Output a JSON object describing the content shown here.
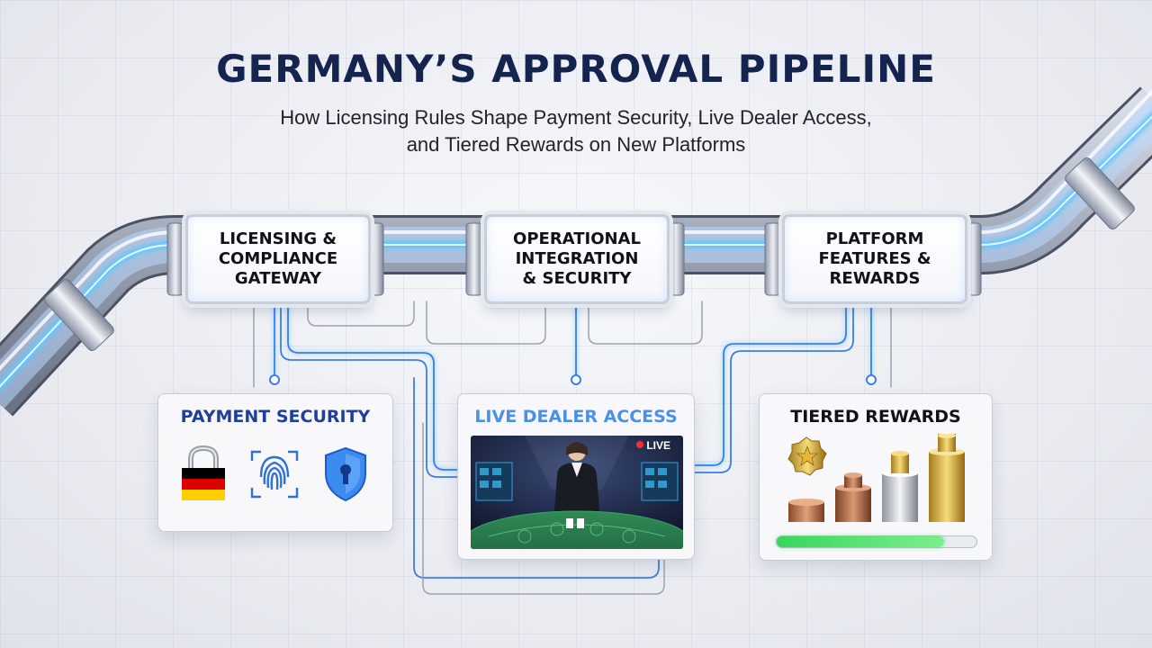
{
  "header": {
    "title": "GERMANY’S APPROVAL PIPELINE",
    "subtitle_line1": "How Licensing Rules Shape Payment Security, Live Dealer Access,",
    "subtitle_line2": "and Tiered Rewards on New Platforms"
  },
  "stages": [
    {
      "label": "LICENSING &\nCOMPLIANCE\nGATEWAY"
    },
    {
      "label": "OPERATIONAL\nINTEGRATION\n& SECURITY"
    },
    {
      "label": "PLATFORM\nFEATURES &\nREWARDS"
    }
  ],
  "panels": {
    "payment": {
      "title": "PAYMENT SECURITY",
      "title_color": "#1f3f9a",
      "icons": [
        "padlock-icon",
        "fingerprint-icon",
        "shield-keyhole-icon"
      ]
    },
    "live": {
      "title": "LIVE DEALER ACCESS",
      "title_color": "#4a8fe8",
      "badge": "LIVE"
    },
    "rewards": {
      "title": "TIERED REWARDS",
      "title_color": "#101218",
      "progress": 0.84,
      "icons": [
        "star-medal-icon",
        "bronze-tier-icon",
        "copper-tier-icon",
        "silver-tier-icon",
        "gold-tier-icon"
      ]
    }
  },
  "colors": {
    "accent_glow": "#5ec8ff",
    "title": "#14244f",
    "flag_black": "#000000",
    "flag_red": "#dd0000",
    "flag_gold": "#ffce00",
    "progress_green": "#37d65d"
  }
}
